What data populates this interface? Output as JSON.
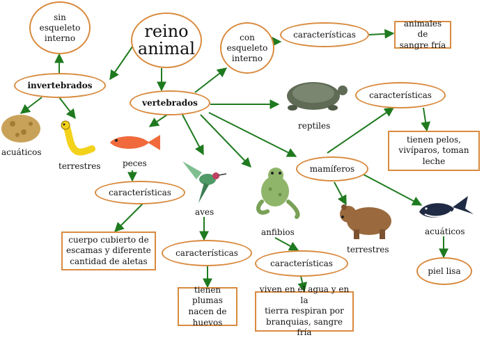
{
  "nodes": {
    "sin_esqueleto": "sin\nesqueleto\ninterno",
    "invertebrados": "invertebrados",
    "reino_animal": "reino\nanimal",
    "vertebrados": "vertebrados",
    "con_esqueleto": "con\nesqueleto\ninterno",
    "caract_reptiles": "características",
    "animales_sangre_fria": "animales de\nsangre fría",
    "caract_peces": "características",
    "cuerpo_cubierto": "cuerpo cubierto de\nescamas y diferente\ncantidad de aletas",
    "caract_aves": "características",
    "tienen_plumas": "tienen plumas\nnacen de\nhuevos",
    "caract_anfibios": "características",
    "viven_agua": "viven en el agua y en la\ntierra  respiran por\nbranquias, sangre fría",
    "mamiferos": "mamíferos",
    "caract_mamiferos": "características",
    "tienen_pelos": "tienen pelos,\nvivíparos, toman\nleche",
    "piel_lisa": "piel lisa"
  },
  "labels": {
    "acuaticos_invert": "acuáticos",
    "terrestres_invert": "terrestres",
    "reptiles": "reptiles",
    "peces": "peces",
    "aves": "aves",
    "anfibios": "anfibios",
    "terrestres_mam": "terrestres",
    "acuaticos_mam": "acuáticos"
  },
  "colors": {
    "node_border": "#d98a3e",
    "arrow": "#1f7a1f",
    "background": "#ffffff"
  },
  "icons": [
    "sponge-icon",
    "caterpillar-icon",
    "fish-icon",
    "turtle-icon",
    "hummingbird-icon",
    "frog-icon",
    "bear-icon",
    "whale-icon"
  ]
}
